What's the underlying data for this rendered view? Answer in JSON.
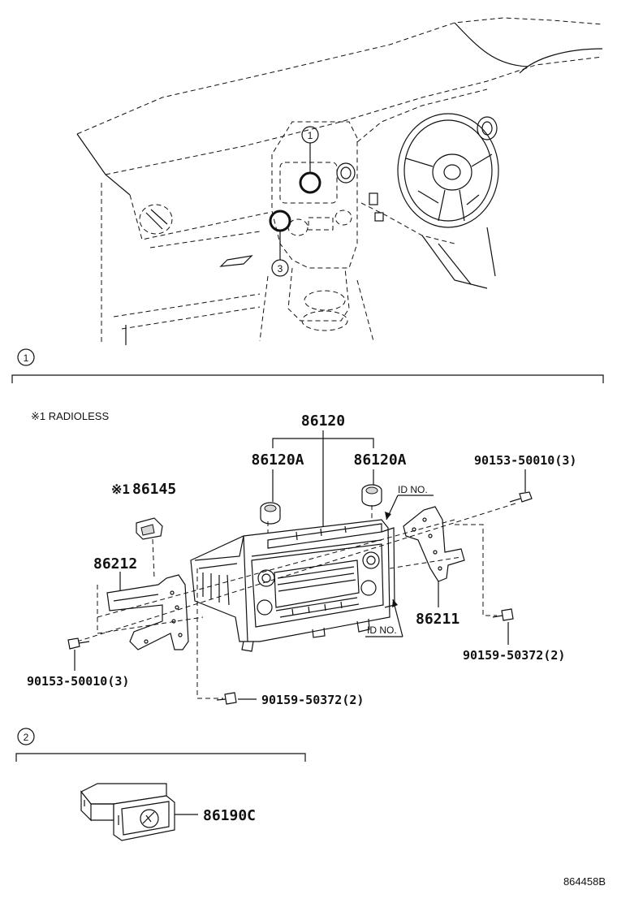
{
  "callouts": {
    "c1": "1",
    "c3": "3",
    "sec1": "1",
    "sec2": "2"
  },
  "note": "※1 RADIOLESS",
  "labels": {
    "p86120": "86120",
    "p86120A_left": "86120A",
    "p86120A_right": "86120A",
    "p86145_mark": "※1",
    "p86145": "86145",
    "p86212": "86212",
    "p86211": "86211",
    "bolt_top_right": "90153-50010(3)",
    "bolt_bottom_left": "90153-50010(3)",
    "screw_right": "90159-50372(2)",
    "screw_bottom": "90159-50372(2)",
    "id_no_top": "ID NO.",
    "id_no_bottom": "ID NO.",
    "p86190C": "86190C"
  },
  "figure_id": "864458B"
}
